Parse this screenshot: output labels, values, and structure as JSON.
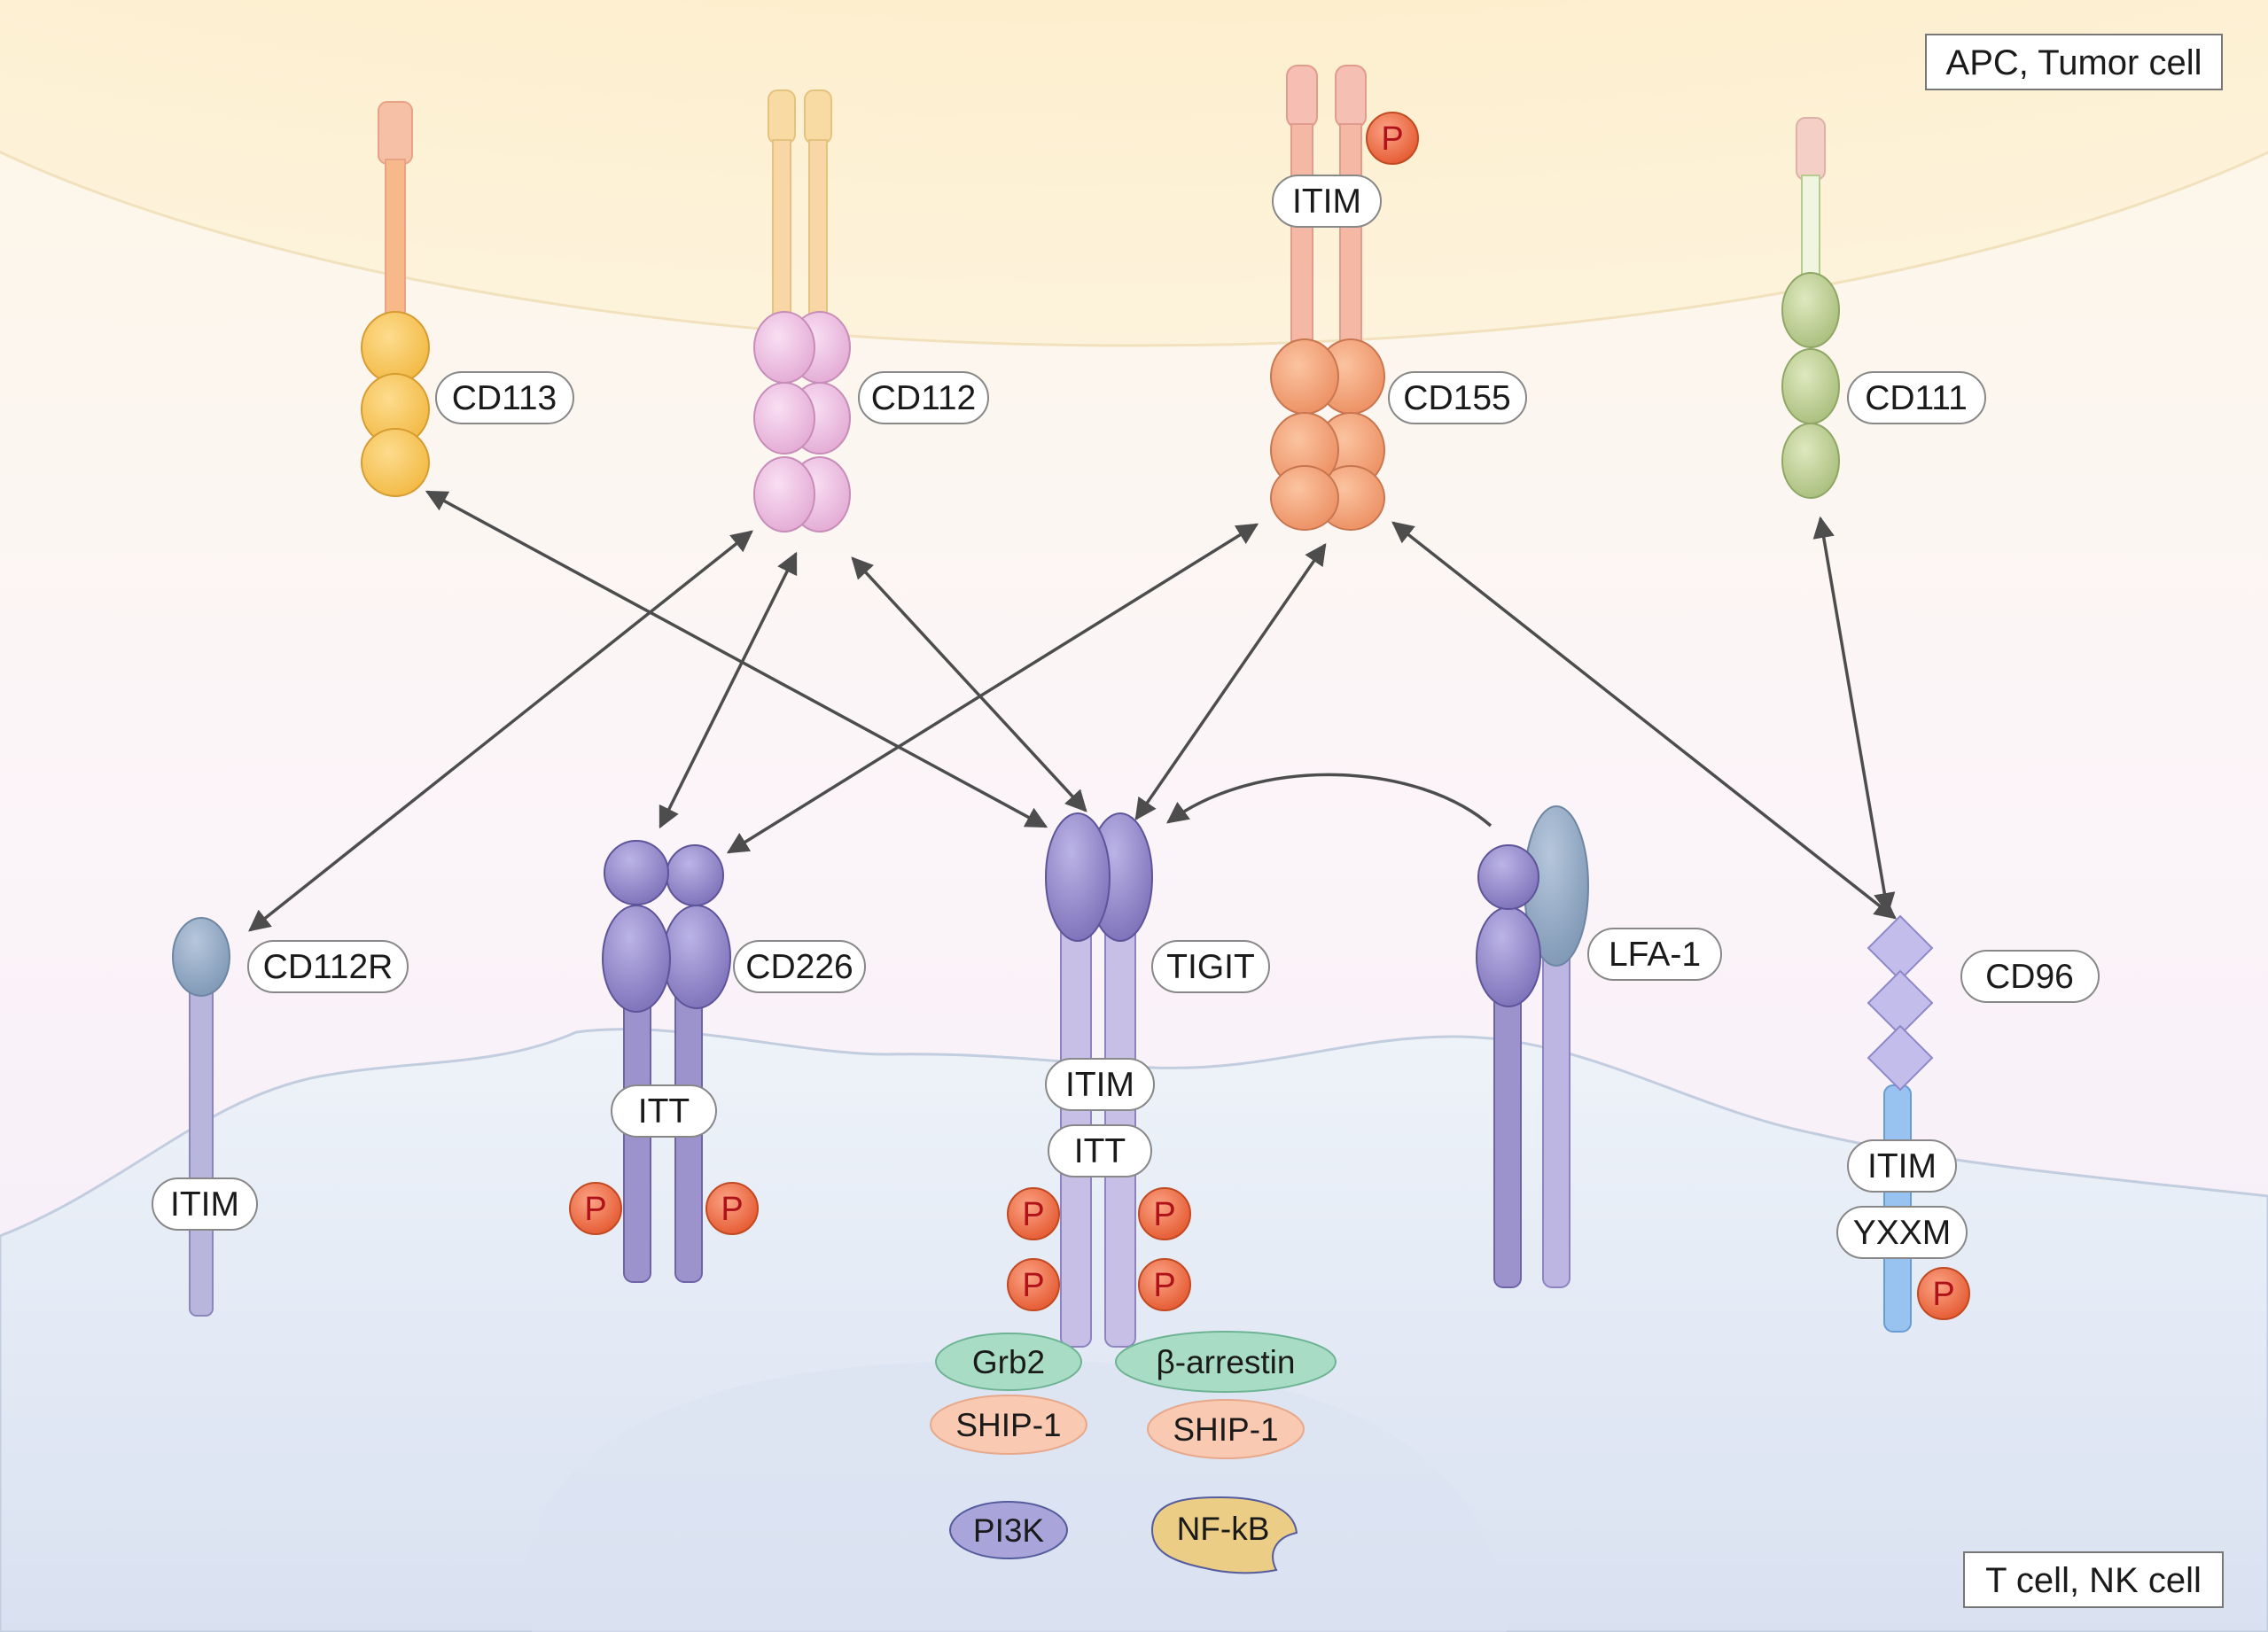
{
  "regions": {
    "top": "APC, Tumor cell",
    "bottom": "T cell, NK cell"
  },
  "ligands": {
    "cd113": "CD113",
    "cd112": "CD112",
    "cd155": "CD155",
    "cd111": "CD111",
    "cd155_itim": "ITIM",
    "cd155_p": "P"
  },
  "receptors": {
    "cd112r": "CD112R",
    "cd112r_itim": "ITIM",
    "cd226": "CD226",
    "cd226_itt": "ITT",
    "cd226_p": "P",
    "tigit": "TIGIT",
    "tigit_itim": "ITIM",
    "tigit_itt": "ITT",
    "tigit_p": "P",
    "lfa1": "LFA-1",
    "cd96": "CD96",
    "cd96_itim": "ITIM",
    "cd96_yxxm": "YXXM",
    "cd96_p": "P"
  },
  "signaling": {
    "grb2": "Grb2",
    "beta_arrestin": "β-arrestin",
    "ship1_left": "SHIP-1",
    "ship1_right": "SHIP-1",
    "pi3k": "PI3K",
    "nfkb": "NF-kB"
  },
  "colors": {
    "apc_cell": "#fdf0cf",
    "t_cell": "#e9eef8",
    "cd113": "#f9cb6a",
    "cd112": "#f1c6e6",
    "cd155": "#f5a981",
    "cd111": "#c8d8a3",
    "receptor_purple": "#a49ad3",
    "receptor_blue": "#9fb3cb",
    "cd96": "#b7c2ee",
    "phospho": "#ee7048",
    "grb2": "#a5dbc2",
    "ship1": "#f9c4a8",
    "pi3k": "#a5a0d6",
    "nfkb": "#f2cc80"
  }
}
